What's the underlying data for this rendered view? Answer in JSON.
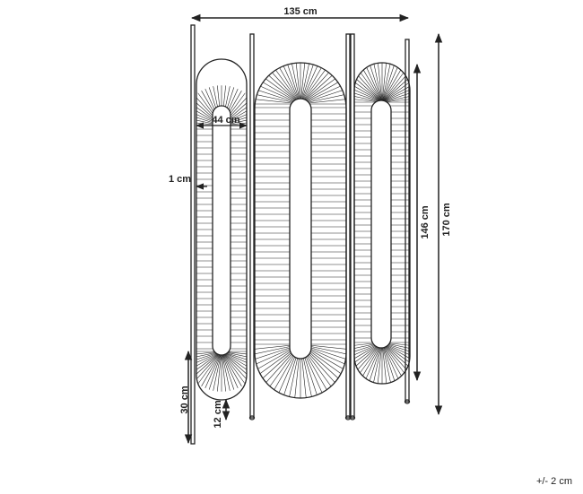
{
  "dimensions": {
    "total_width": "135 cm",
    "panel_width": "44 cm",
    "frame_gap": "1 cm",
    "panel_height": "146 cm",
    "total_height": "170 cm",
    "leg_height": "30 cm",
    "foot_height": "12 cm"
  },
  "tolerance": "+/- 2 cm",
  "colors": {
    "line": "#222222",
    "background": "#ffffff"
  }
}
